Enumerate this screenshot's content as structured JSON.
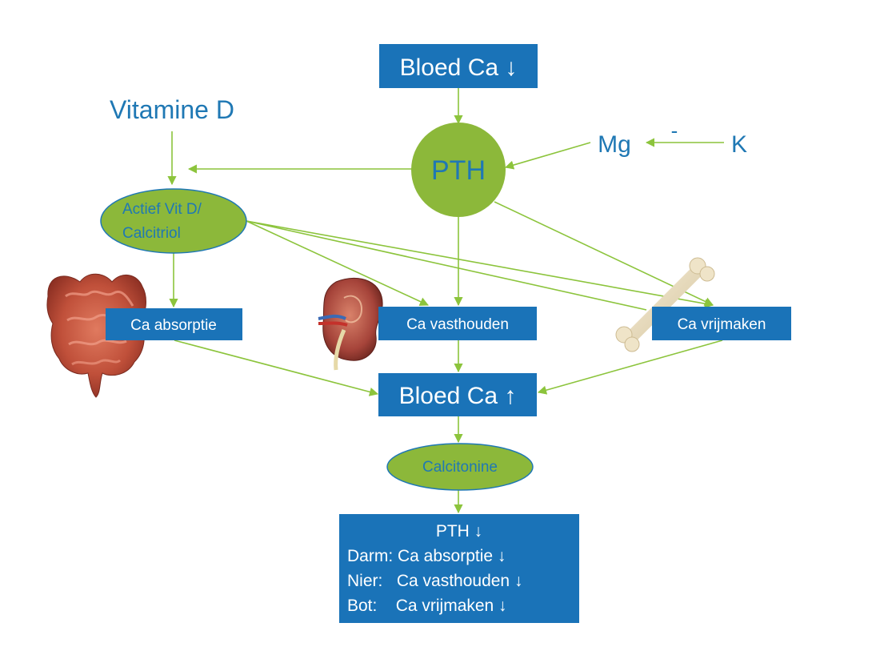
{
  "diagram": {
    "colors": {
      "box_fill": "#1a73b8",
      "green_fill": "#8cb83a",
      "arrow": "#8cc43c",
      "text_blue": "#1f78b4",
      "text_white": "#ffffff"
    },
    "nodes": {
      "bloed_ca_down": "Bloed Ca ↓",
      "vitamine_d": "Vitamine D",
      "pth": "PTH",
      "mg": "Mg",
      "minus": "-",
      "k": "K",
      "actief_vit_d_line1": "Actief Vit D/",
      "actief_vit_d_line2": "Calcitriol",
      "ca_absorptie": "Ca absorptie",
      "ca_vasthouden": "Ca vasthouden",
      "ca_vrijmaken": "Ca vrijmaken",
      "bloed_ca_up": "Bloed Ca ↑",
      "calcitonine": "Calcitonine"
    },
    "summary_box": {
      "line1": "PTH ↓",
      "line2": "Darm: Ca absorptie ↓",
      "line3": "Nier:   Ca vasthouden ↓",
      "line4": "Bot:    Ca vrijmaken ↓"
    },
    "illustrations": [
      "intestine-illustration",
      "kidney-illustration",
      "bone-illustration"
    ]
  }
}
